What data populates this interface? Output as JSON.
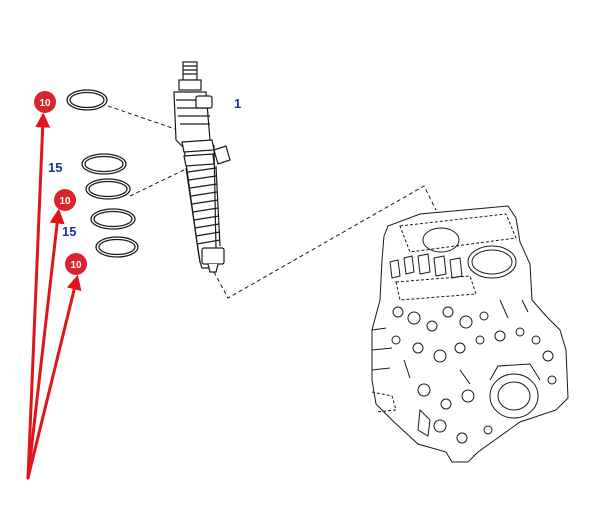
{
  "callouts": {
    "injector": "1",
    "seal_ring_upper": "15",
    "seal_ring_lower": "15"
  },
  "badges": [
    "10",
    "10",
    "10"
  ],
  "colors": {
    "line": "#1a1a1a",
    "callout_blue": "#1f2fa6",
    "badge_red": "#d9262e",
    "arrow_red": "#e0151b",
    "badge_text": "#ffffff"
  },
  "icons": {
    "injector": "fuel-injector-drawing",
    "rings": "o-ring-drawing",
    "engine": "engine-block-drawing"
  }
}
